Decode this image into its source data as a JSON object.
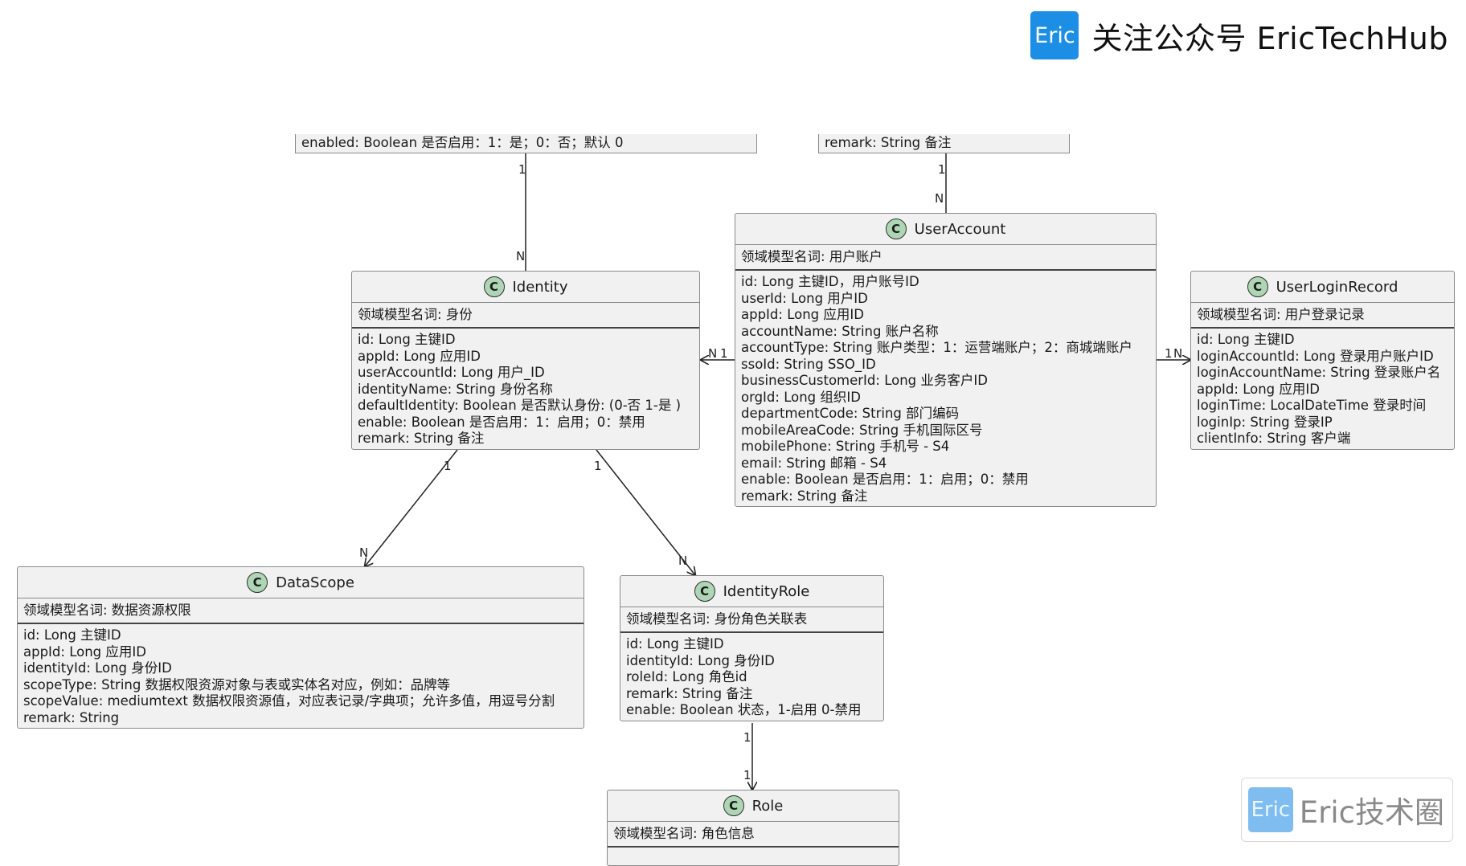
{
  "header": {
    "logo_text": "Eric",
    "title": "关注公众号 EricTechHub"
  },
  "watermark": {
    "logo_text": "Eric",
    "text": "Eric技术圈"
  },
  "badge_letter": "C",
  "partial_boxes": {
    "top_left": "enabled: Boolean 是否启用：1：是；0：否；默认 0",
    "top_right": "remark: String 备注"
  },
  "classes": {
    "identity": {
      "name": "Identity",
      "desc": "领域模型名词: 身份",
      "fields": [
        "id: Long 主键ID",
        "appId: Long 应用ID",
        "userAccountId: Long 用户_ID",
        "identityName: String 身份名称",
        "defaultIdentity: Boolean 是否默认身份: (0-否 1-是 )",
        "enable: Boolean 是否启用：1：启用；0：禁用",
        "remark: String 备注"
      ]
    },
    "user_account": {
      "name": "UserAccount",
      "desc": "领域模型名词: 用户账户",
      "fields": [
        "id: Long 主键ID，用户账号ID",
        "userId: Long 用户ID",
        "appId: Long 应用ID",
        "accountName: String 账户名称",
        "accountType: String 账户类型：1：运营端账户；2：商城端账户",
        "ssoId: String SSO_ID",
        "businessCustomerId: Long 业务客户ID",
        "orgId: Long 组织ID",
        "departmentCode: String 部门编码",
        "mobileAreaCode: String 手机国际区号",
        "mobilePhone: String 手机号 - S4",
        "email: String 邮箱 - S4",
        "enable: Boolean 是否启用：1：启用；0：禁用",
        "remark: String 备注"
      ]
    },
    "user_login_record": {
      "name": "UserLoginRecord",
      "desc": "领域模型名词: 用户登录记录",
      "fields": [
        "id: Long 主键ID",
        "loginAccountId: Long 登录用户账户ID",
        "loginAccountName: String 登录账户名",
        "appId: Long 应用ID",
        "loginTime: LocalDateTime 登录时间",
        "loginIp: String 登录IP",
        "clientInfo: String 客户端"
      ]
    },
    "data_scope": {
      "name": "DataScope",
      "desc": "领域模型名词: 数据资源权限",
      "fields": [
        "id: Long 主键ID",
        "appId: Long 应用ID",
        "identityId: Long 身份ID",
        "scopeType: String 数据权限资源对象与表或实体名对应，例如：品牌等",
        "scopeValue: mediumtext 数据权限资源值，对应表记录/字典项；允许多值，用逗号分割",
        "remark: String"
      ]
    },
    "identity_role": {
      "name": "IdentityRole",
      "desc": "领域模型名词: 身份角色关联表",
      "fields": [
        "id: Long 主键ID",
        "identityId: Long 身份ID",
        "roleId: Long 角色id",
        "remark: String 备注",
        "enable: Boolean 状态，1-启用 0-禁用"
      ]
    },
    "role": {
      "name": "Role",
      "desc": "领域模型名词: 角色信息",
      "fields": []
    }
  },
  "multiplicity": {
    "one": "1",
    "many": "N"
  }
}
